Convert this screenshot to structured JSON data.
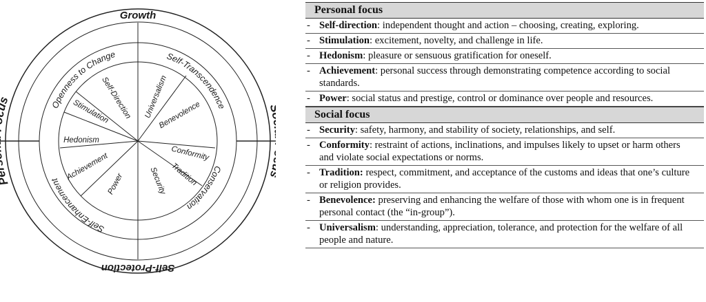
{
  "diagram": {
    "top_label": "Growth",
    "bottom_label": "Self-Protection",
    "left_label": "Personal Focus",
    "right_label": "Social Focus",
    "higher_order": {
      "openness": "Openness to Change",
      "self_transcendence": "Self-Transcendence",
      "conservation": "Conservation",
      "self_enhancement": "Self-Enhancement"
    },
    "values": {
      "self_direction": "Self-Direction",
      "universalism": "Universalism",
      "stimulation": "Stimulation",
      "benevolence": "Benevolence",
      "hedonism": "Hedonism",
      "conformity": "Conformity",
      "tradition": "Tradition",
      "achievement": "Achievement",
      "power": "Power",
      "security": "Security"
    }
  },
  "table": {
    "personal_header": "Personal focus",
    "personal_rows": [
      {
        "term": "Self-direction",
        "sep": ":",
        "text": " independent thought and action – choosing, creating, exploring."
      },
      {
        "term": "Stimulation",
        "sep": ":",
        "text": " excitement, novelty, and challenge in life."
      },
      {
        "term": "Hedonism",
        "sep": ":",
        "text": " pleasure or sensuous gratification for oneself."
      },
      {
        "term": "Achievement",
        "sep": ":",
        "text": " personal success through demonstrating competence according to social standards."
      },
      {
        "term": "Power",
        "sep": ":",
        "text": " social status and prestige, control or dominance over people and resources."
      }
    ],
    "social_header": "Social focus",
    "social_rows": [
      {
        "term": "Security",
        "sep": ":",
        "text": " safety, harmony, and stability of society, relationships, and self."
      },
      {
        "term": "Conformity",
        "sep": ":",
        "text": " restraint of actions, inclinations, and impulses likely to upset or harm others and violate social expectations or norms."
      },
      {
        "term": "Tradition:",
        "sep": "",
        "text": " respect, commitment, and acceptance of the customs and ideas that one’s culture or religion provides."
      },
      {
        "term": "Benevolence:",
        "sep": "",
        "text": " preserving and enhancing the welfare of those with whom one is in frequent personal contact (the “in-group”)."
      },
      {
        "term": "Universalism",
        "sep": ":",
        "text": " understanding, appreciation, tolerance, and protection for the welfare of all people and nature."
      }
    ],
    "dash": "-"
  }
}
